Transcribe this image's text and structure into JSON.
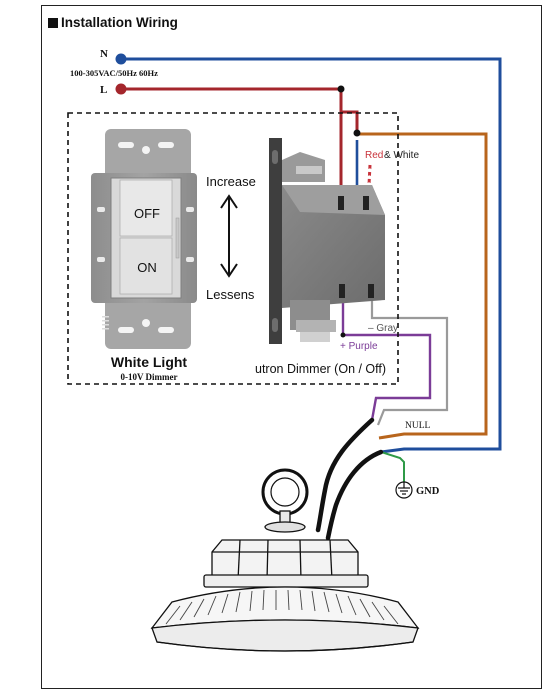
{
  "title": "Installation Wiring",
  "supply": {
    "neutral_label": "N",
    "line_label": "L",
    "voltage_label": "100-305VAC/50Hz 60Hz"
  },
  "dimmer_switch": {
    "off_label": "OFF",
    "on_label": "ON",
    "increase_label": "Increase",
    "lessens_label": "Lessens",
    "caption_main": "White Light",
    "caption_sub": "0-10V Dimmer"
  },
  "wire_labels": {
    "red_label": "Red",
    "white_label": "& White",
    "gray_label": "– Gray",
    "purple_label": "+ Purple",
    "null_label": "NULL",
    "gnd_label": "GND"
  },
  "device_caption": "utron Dimmer (On / Off)",
  "colors": {
    "neutral_wire": "#1f4e9c",
    "line_wire": "#a4262c",
    "load_wire": "#b8651c",
    "purple_wire": "#7b3c97",
    "gray_wire": "#9a9a9a",
    "ground_wire": "#2f9a47",
    "red_text": "#c8323a",
    "purple_text": "#7b3c97"
  }
}
